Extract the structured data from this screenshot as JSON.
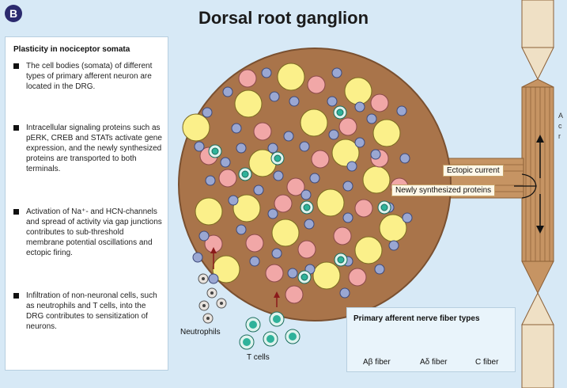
{
  "panel_letter": "B",
  "title": "Dorsal root ganglion",
  "left_panel": {
    "heading": "Plasticity in nociceptor somata",
    "bullets": [
      "The cell bodies (somata) of different types of primary afferent neuron are located in the DRG.",
      "Intracellular signaling proteins such as pERK, CREB and STATs activate gene expression, and the newly synthesized proteins are transported to both terminals.",
      "Activation of Na⁺- and HCN-channels and spread of activity via gap junctions contributes to sub-threshold membrane potential oscillations and ectopic firing.",
      "Infiltration of non-neuronal cells, such as neutrophils and T cells, into the DRG contributes to sensitization of neurons."
    ]
  },
  "labels": {
    "ectopic_current": "Ectopic current",
    "newly_synthesized": "Newly synthesized proteins",
    "neutrophils": "Neutrophils",
    "t_cells": "T cells"
  },
  "legend": {
    "title": "Primary afferent nerve fiber types",
    "items": [
      {
        "label": "Aβ fiber",
        "color": "#fbf08a"
      },
      {
        "label": "Aδ fiber",
        "color": "#f1a7a7"
      },
      {
        "label": "C fiber",
        "color": "#9aa7d2"
      }
    ]
  },
  "edge_text": [
    "A",
    "c",
    "r"
  ],
  "colors": {
    "ganglion": "#a9744a",
    "nerve": "#c69463",
    "background": "#d7e9f6",
    "abeta": "#fbf08a",
    "adelta": "#f1a7a7",
    "cfiber": "#9aa7d2",
    "tcell": "#2fb29a"
  }
}
